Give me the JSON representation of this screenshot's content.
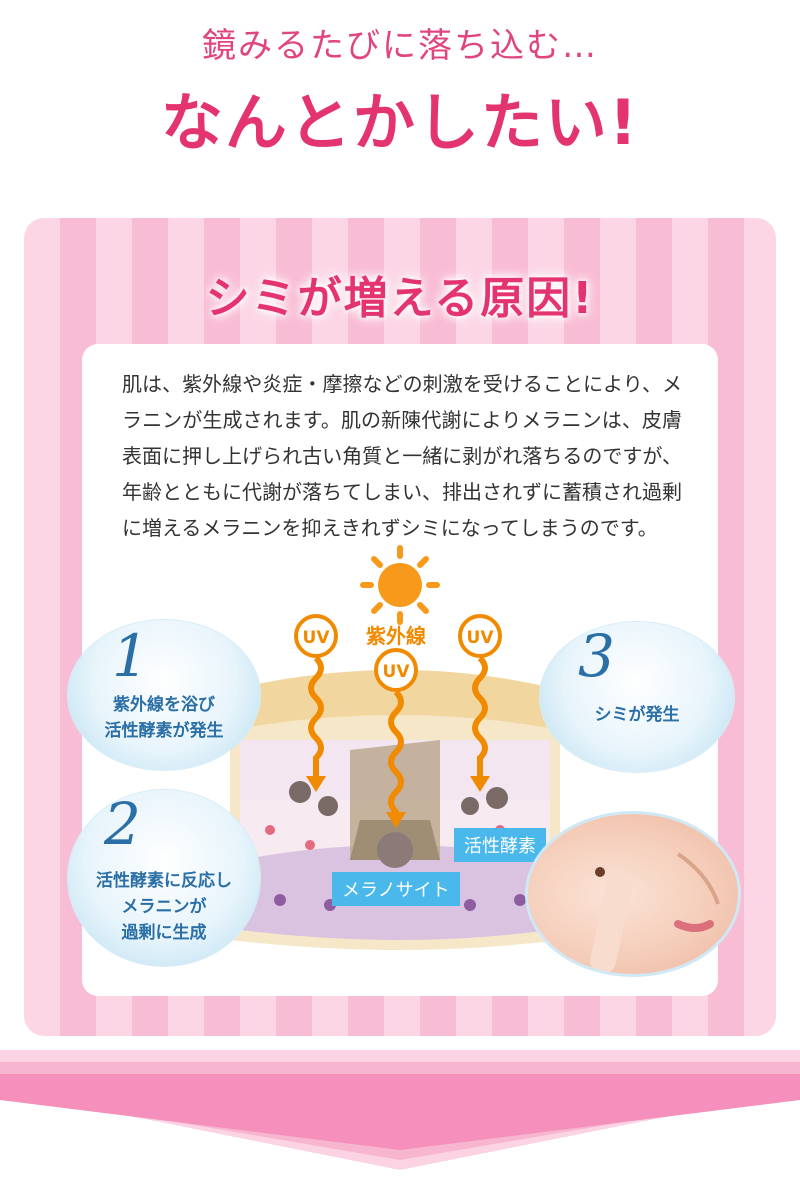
{
  "header": {
    "sub": "鏡みるたびに落ち込む…",
    "main": "なんとかしたい!"
  },
  "card": {
    "title": "シミが増える原因!",
    "body": "肌は、紫外線や炎症・摩擦などの刺激を受けることにより、メラニンが生成されます。肌の新陳代謝によりメラニンは、皮膚表面に押し上げられ古い角質と一緒に剥がれ落ちるのですが、年齢とともに代謝が落ちてしまい、排出されずに蓄積され過剰に増えるメラニンを抑えきれずシミになってしまうのです。"
  },
  "diagram": {
    "sun_label": "紫外線",
    "uv_badge": "UV",
    "tag_enzyme": "活性酵素",
    "tag_melanocyte": "メラノサイト",
    "steps": [
      {
        "num": "1",
        "lines": [
          "紫外線を浴び",
          "活性酵素が発生"
        ]
      },
      {
        "num": "2",
        "lines": [
          "活性酵素に反応し",
          "メラニンが",
          "過剰に生成"
        ]
      },
      {
        "num": "3",
        "lines": [
          "シミが発生"
        ]
      }
    ]
  },
  "colors": {
    "headline": "#e4346f",
    "stripe_light": "#fcd6e5",
    "stripe_dark": "#f9bcd5",
    "accent_blue": "#2b6fa7",
    "sun_orange": "#f08a00",
    "tag_blue": "#4bb8ec"
  }
}
